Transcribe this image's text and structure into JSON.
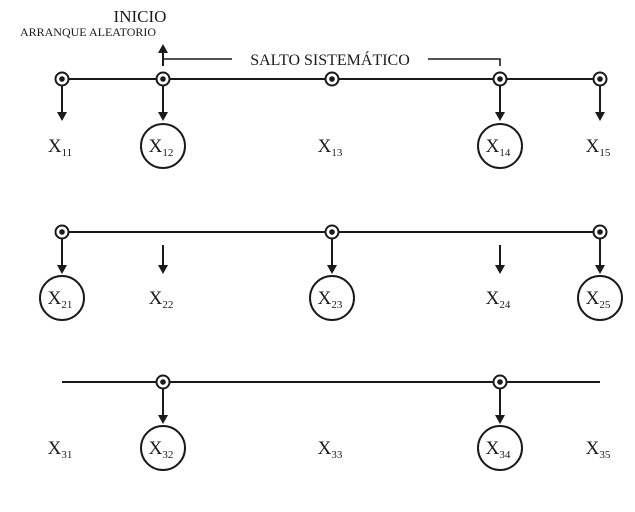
{
  "header": {
    "inicio": "INICIO",
    "arranque": "ARRANQUE ALEATORIO",
    "salto": "SALTO SISTEMÁTICO"
  },
  "rows": [
    {
      "has_line": true,
      "elements": [
        {
          "base": "X",
          "sub": "11",
          "dot": true,
          "arrow": true,
          "circled": false
        },
        {
          "base": "X",
          "sub": "12",
          "dot": true,
          "arrow": true,
          "circled": true
        },
        {
          "base": "X",
          "sub": "13",
          "dot": true,
          "arrow": false,
          "circled": false
        },
        {
          "base": "X",
          "sub": "14",
          "dot": true,
          "arrow": true,
          "circled": true
        },
        {
          "base": "X",
          "sub": "15",
          "dot": true,
          "arrow": true,
          "circled": false
        }
      ]
    },
    {
      "has_line": true,
      "elements": [
        {
          "base": "X",
          "sub": "21",
          "dot": true,
          "arrow": true,
          "circled": true
        },
        {
          "base": "X",
          "sub": "22",
          "dot": false,
          "arrow": true,
          "circled": false
        },
        {
          "base": "X",
          "sub": "23",
          "dot": true,
          "arrow": true,
          "circled": true
        },
        {
          "base": "X",
          "sub": "24",
          "dot": false,
          "arrow": true,
          "circled": false
        },
        {
          "base": "X",
          "sub": "25",
          "dot": true,
          "arrow": true,
          "circled": true
        }
      ]
    },
    {
      "has_line": true,
      "elements": [
        {
          "base": "X",
          "sub": "31",
          "dot": false,
          "arrow": false,
          "circled": false
        },
        {
          "base": "X",
          "sub": "32",
          "dot": true,
          "arrow": true,
          "circled": true
        },
        {
          "base": "X",
          "sub": "33",
          "dot": false,
          "arrow": false,
          "circled": false
        },
        {
          "base": "X",
          "sub": "34",
          "dot": true,
          "arrow": true,
          "circled": true
        },
        {
          "base": "X",
          "sub": "35",
          "dot": false,
          "arrow": false,
          "circled": false
        }
      ]
    }
  ]
}
